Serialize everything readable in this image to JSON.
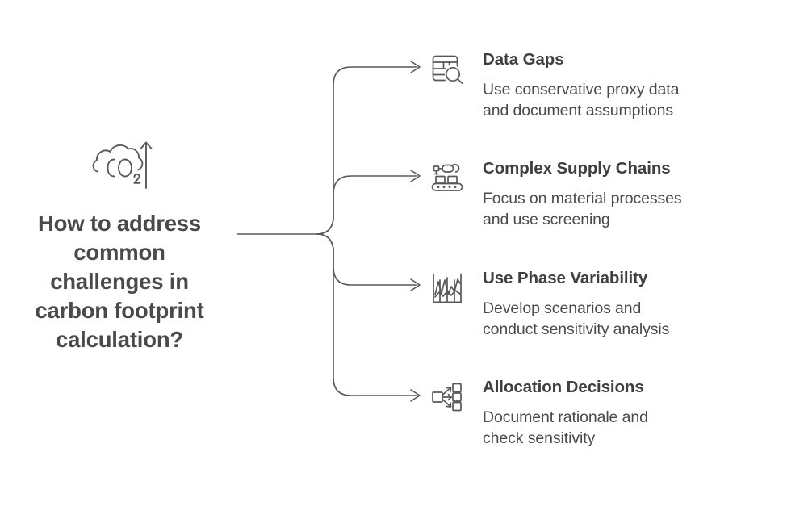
{
  "diagram": {
    "type": "mind-map",
    "background_color": "#ffffff",
    "line_color": "#58585a",
    "heading_color": "#3f3f41",
    "body_text_color": "#4a4a4c",
    "root": {
      "icon": "co2-cloud-rising-icon",
      "title": "How to address\ncommon\nchallenges in\ncarbon footprint\ncalculation?"
    },
    "branches": [
      {
        "icon": "table-search-icon",
        "heading": "Data Gaps",
        "description": "Use conservative proxy data\nand document assumptions"
      },
      {
        "icon": "conveyor-robot-arm-icon",
        "heading": "Complex Supply Chains",
        "description": "Focus on material processes\nand use screening"
      },
      {
        "icon": "volatile-line-chart-icon",
        "heading": "Use Phase Variability",
        "description": "Develop scenarios and\nconduct sensitivity analysis"
      },
      {
        "icon": "allocation-split-arrows-icon",
        "heading": "Allocation Decisions",
        "description": "Document rationale and\ncheck sensitivity"
      }
    ]
  }
}
